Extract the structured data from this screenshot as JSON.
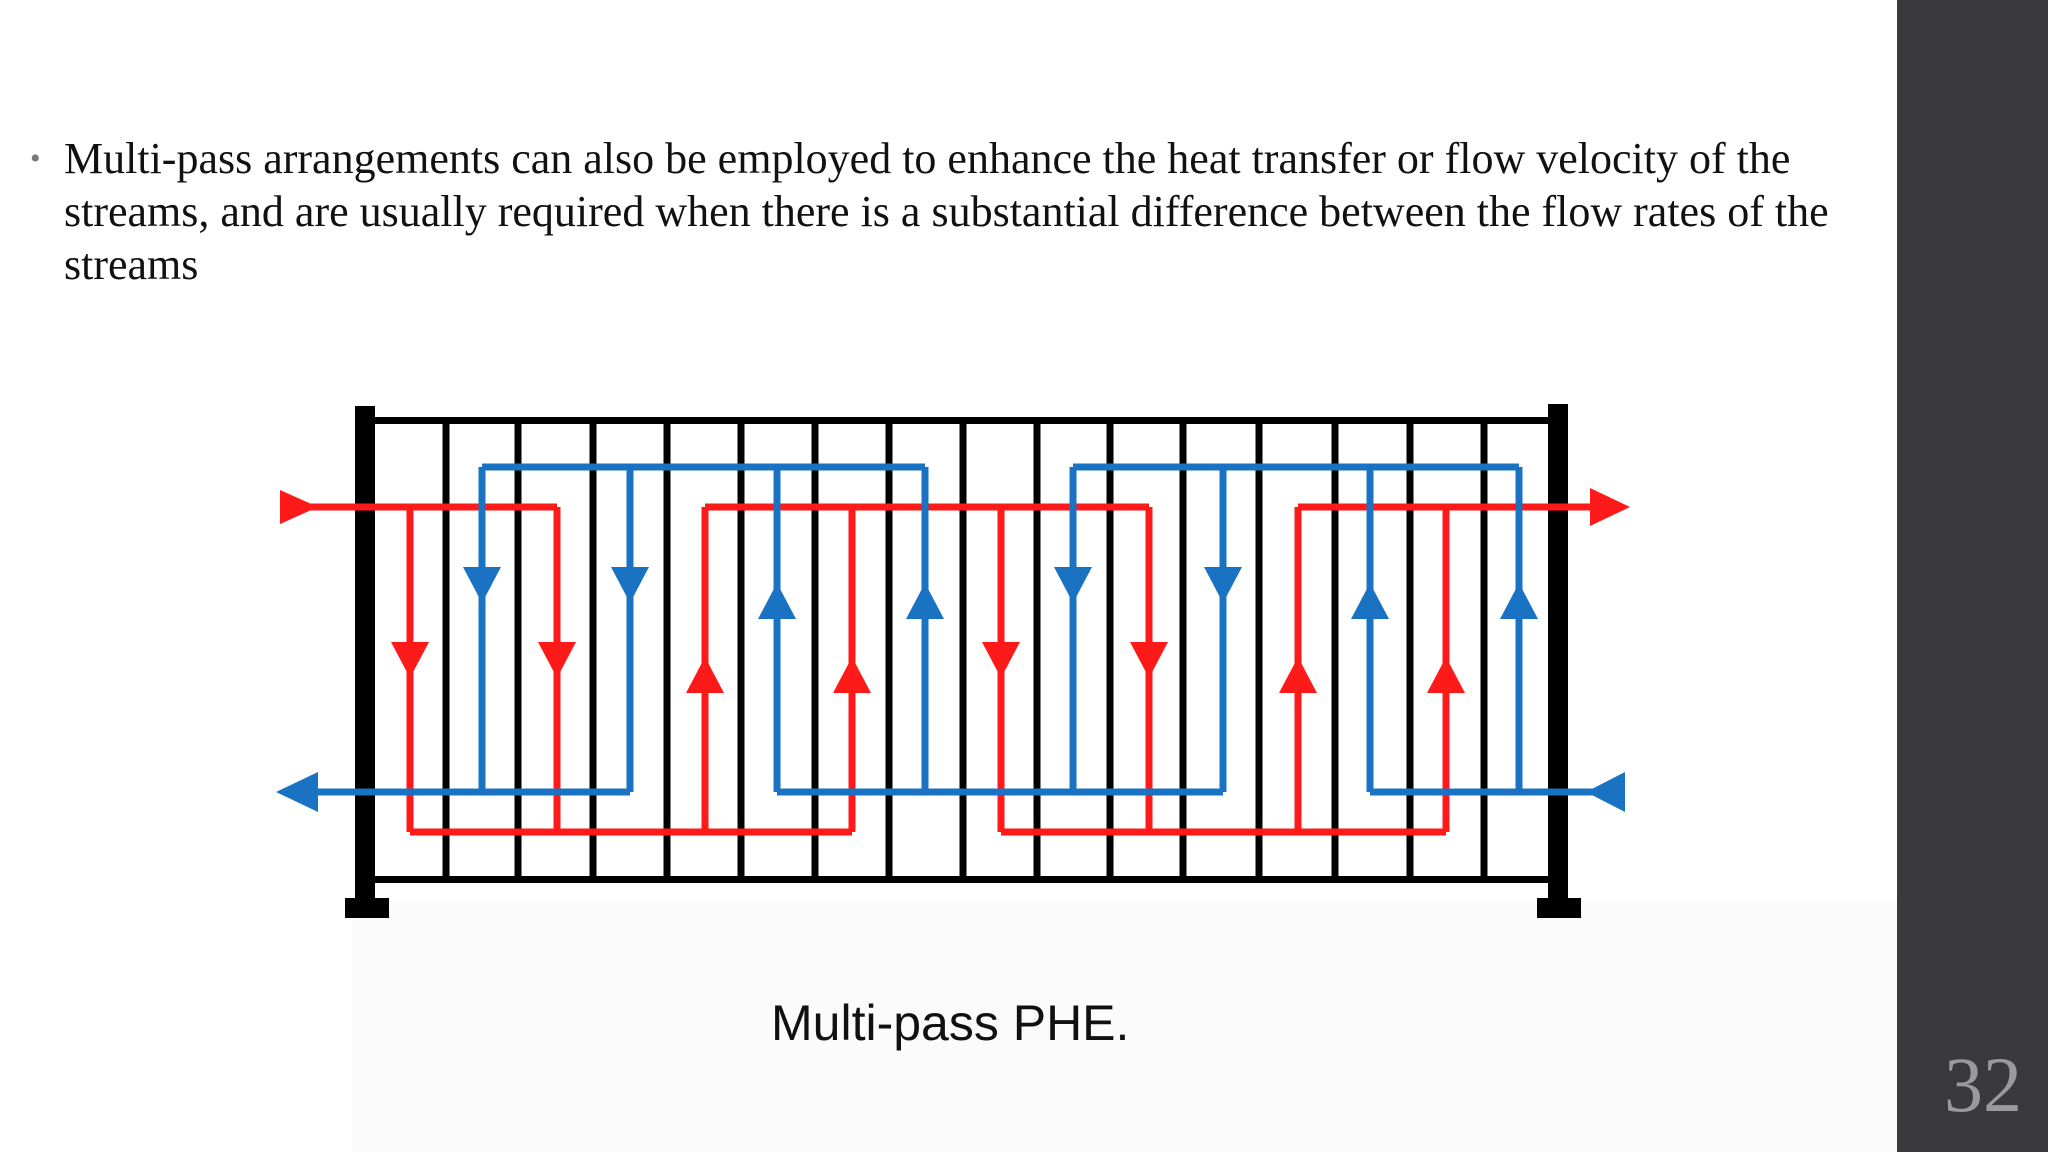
{
  "slide": {
    "bullet_text": "Multi-pass arrangements can also be employed to enhance the heat transfer or flow velocity of the streams, and are usually required when there is a substantial difference between the flow rates of the streams",
    "bullet_symbol": "•",
    "caption": "Multi-pass PHE.",
    "page_number": "32"
  },
  "colors": {
    "hot_stream": "#ff1a1a",
    "cold_stream": "#1a73c2",
    "plates": "#000000",
    "side_bar": "#3a3a3c",
    "page_number": "#9a9a9a"
  },
  "diagram": {
    "description_icons": [
      "plate-frame",
      "hot-stream-arrow",
      "cold-stream-arrow"
    ]
  }
}
